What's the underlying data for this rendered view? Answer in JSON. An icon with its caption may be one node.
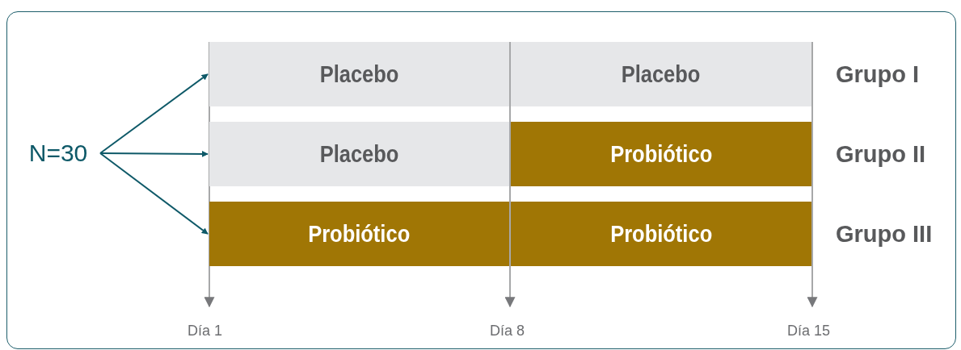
{
  "diagram": {
    "nodes": [
      {
        "text": [
          "N=30"
        ]
      },
      {
        "text": [
          "Placebo"
        ]
      },
      {
        "text": [
          "Placebo"
        ]
      },
      {
        "text": [
          "Placebo"
        ]
      },
      {
        "text": [
          "Probiótico"
        ]
      },
      {
        "text": [
          "Probiótico"
        ]
      },
      {
        "text": [
          "Probiótico"
        ]
      }
    ],
    "edges": [
      {
        "from": 0,
        "to": 1,
        "arrow": "to"
      },
      {
        "from": 0,
        "to": 3,
        "arrow": "to"
      },
      {
        "from": 0,
        "to": 5,
        "arrow": "to"
      }
    ],
    "labels": [
      "Grupo I",
      "Grupo II",
      "Grupo III",
      "Día 1",
      "Día 8",
      "Día 15"
    ]
  }
}
